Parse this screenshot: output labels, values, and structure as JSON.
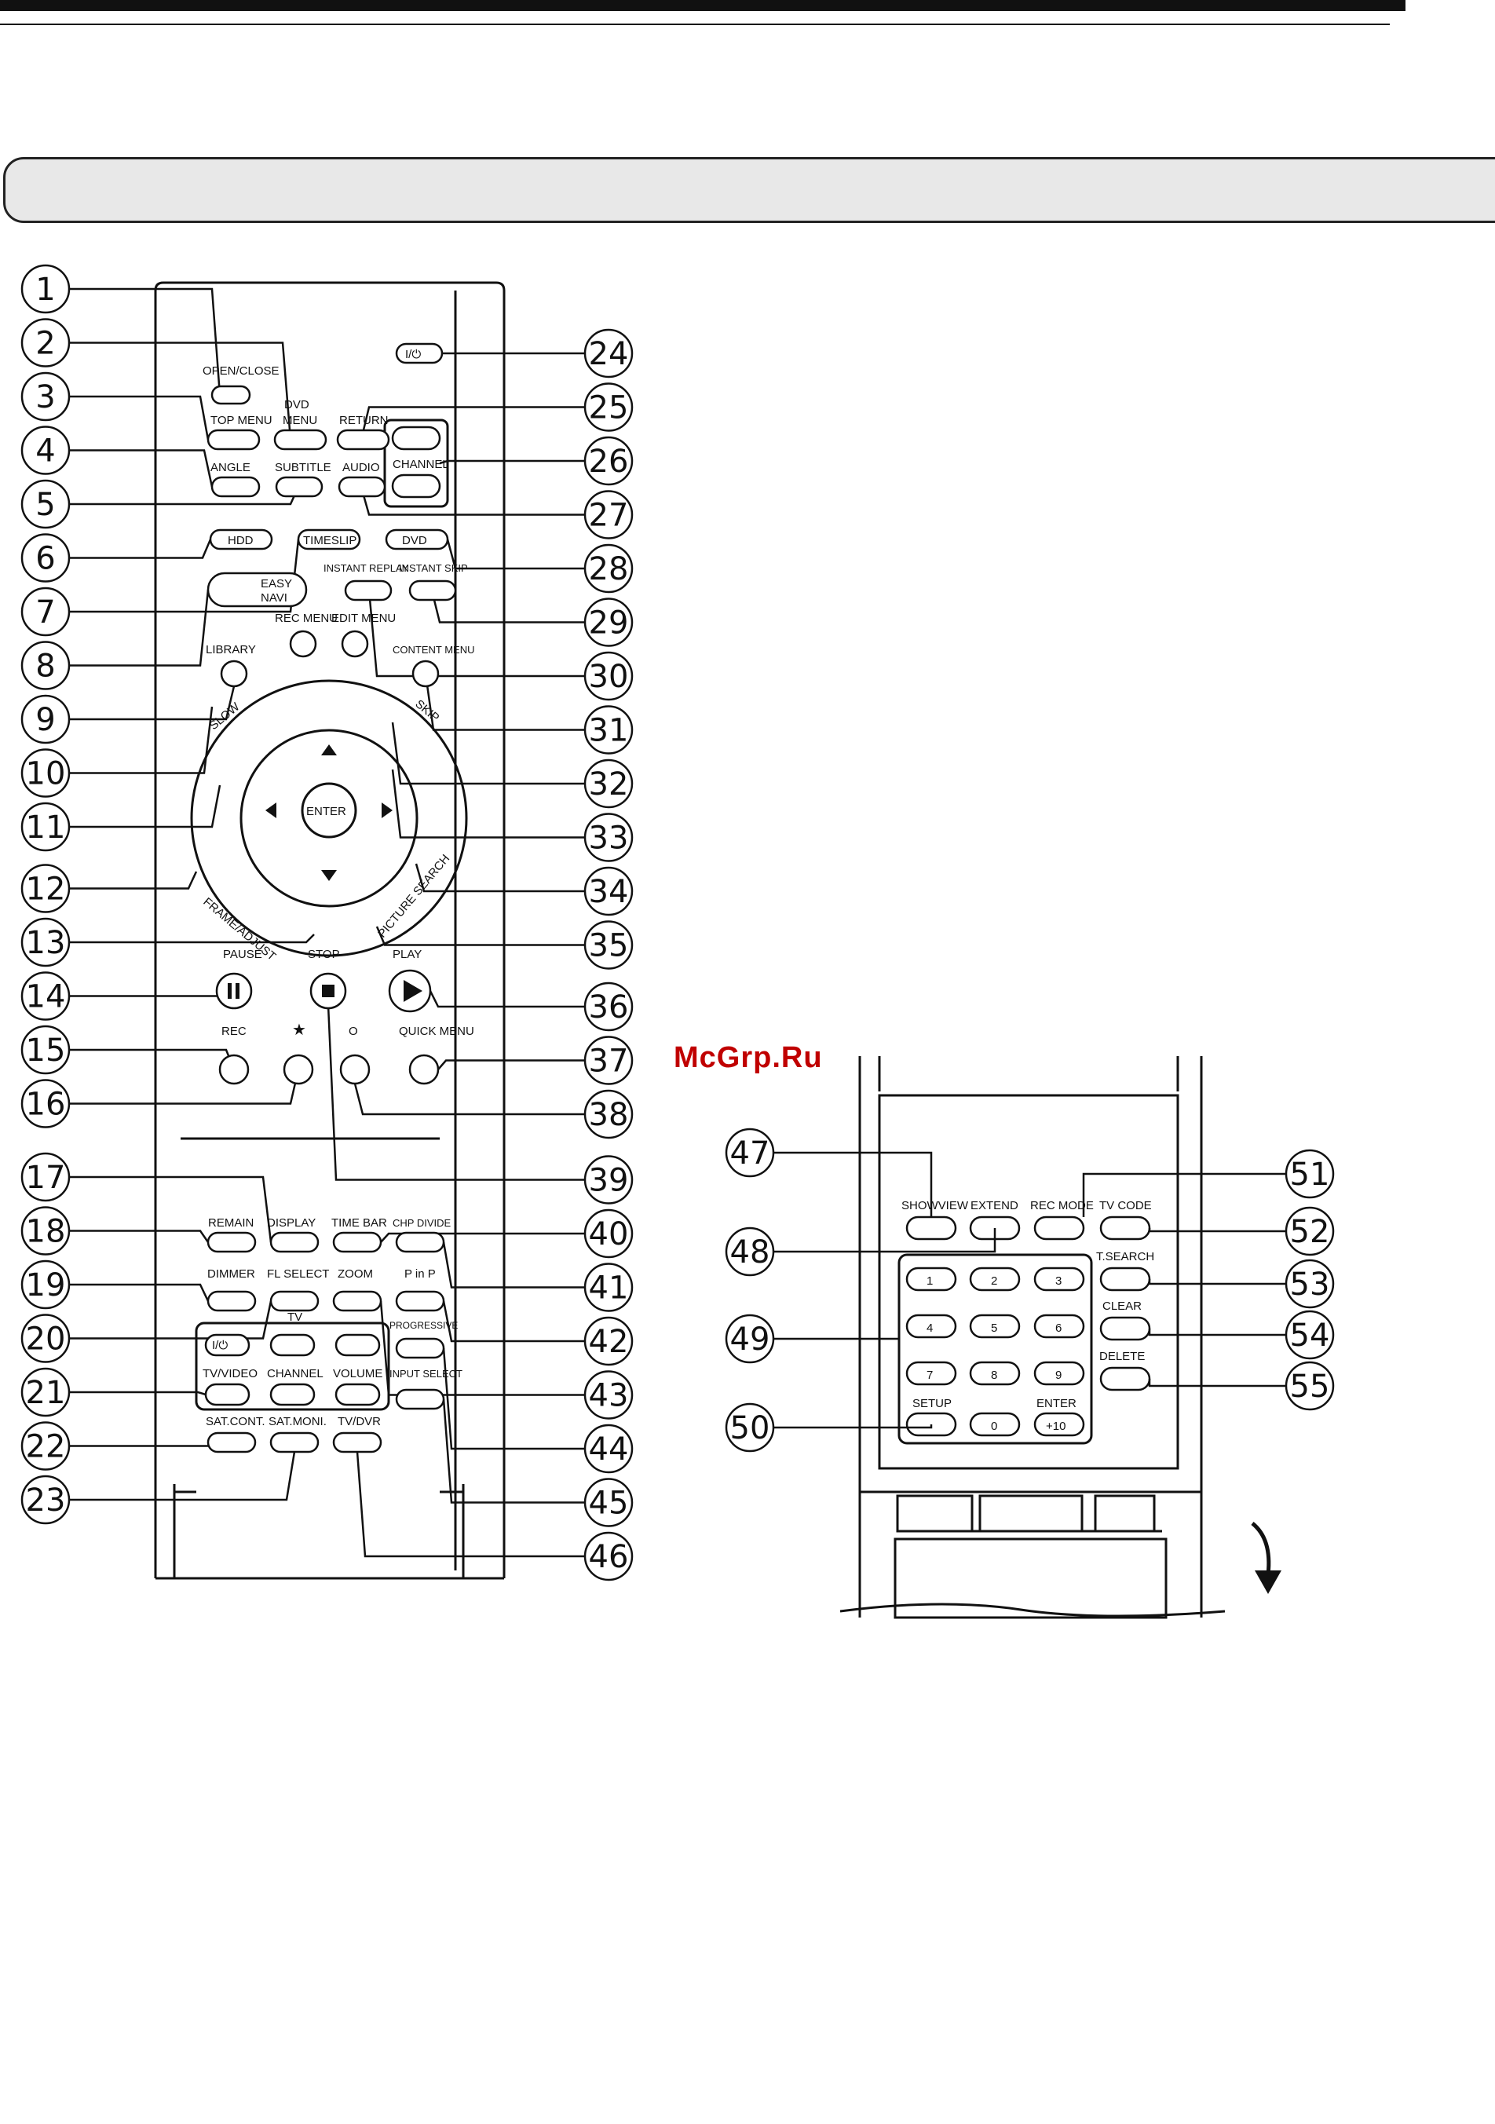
{
  "watermark": "McGrp.Ru",
  "remote": {
    "buttons": {
      "open_close": "OPEN/CLOSE",
      "dvd_group": "DVD",
      "top_menu": "TOP MENU",
      "menu": "MENU",
      "return": "RETURN",
      "angle": "ANGLE",
      "subtitle": "SUBTITLE",
      "audio": "AUDIO",
      "channel": "CHANNEL",
      "hdd": "HDD",
      "timeslip": "TIMESLIP",
      "dvd": "DVD",
      "easy_navi_1": "EASY",
      "easy_navi_2": "NAVI",
      "instant_replay": "INSTANT REPLAY",
      "instant_skip": "INSTANT SKIP",
      "library": "LIBRARY",
      "rec_menu": "REC MENU",
      "edit_menu": "EDIT MENU",
      "content_menu": "CONTENT MENU",
      "slow": "SLOW",
      "skip": "SKIP",
      "enter": "ENTER",
      "frame_adjust": "FRAME/ADJUST",
      "picture_search": "PICTURE SEARCH",
      "pause": "PAUSE",
      "stop": "STOP",
      "play": "PLAY",
      "rec": "REC",
      "star": "★",
      "circle": "O",
      "quick_menu": "QUICK MENU",
      "remain": "REMAIN",
      "display": "DISPLAY",
      "time_bar": "TIME BAR",
      "chp_divide": "CHP DIVIDE",
      "dimmer": "DIMMER",
      "fl_select": "FL SELECT",
      "zoom": "ZOOM",
      "p_in_p": "P in P",
      "tv_group": "TV",
      "progressive": "PROGRESSIVE",
      "power_tv": "I/⏻",
      "tv_video": "TV/VIDEO",
      "tv_channel": "CHANNEL",
      "volume": "VOLUME",
      "input_select": "INPUT SELECT",
      "sat_cont": "SAT.CONT.",
      "sat_moni": "SAT.MONI.",
      "tv_dvr": "TV/DVR",
      "power": "I/⏻"
    },
    "callouts_left": [
      "1",
      "2",
      "3",
      "4",
      "5",
      "6",
      "7",
      "8",
      "9",
      "10",
      "11",
      "12",
      "13",
      "14",
      "15",
      "16",
      "17",
      "18",
      "19",
      "20",
      "21",
      "22",
      "23"
    ],
    "callouts_right": [
      "24",
      "25",
      "26",
      "27",
      "28",
      "29",
      "30",
      "31",
      "32",
      "33",
      "34",
      "35",
      "36",
      "37",
      "38",
      "39",
      "40",
      "41",
      "42",
      "43",
      "44",
      "45",
      "46"
    ]
  },
  "inset": {
    "buttons": {
      "showview": "SHOWVIEW",
      "extend": "EXTEND",
      "rec_mode": "REC MODE",
      "tv_code": "TV CODE",
      "t_search": "T.SEARCH",
      "clear": "CLEAR",
      "delete": "DELETE",
      "setup": "SETUP",
      "enter": "ENTER",
      "plus10": "+10",
      "digits": [
        "1",
        "2",
        "3",
        "4",
        "5",
        "6",
        "7",
        "8",
        "9",
        "0"
      ]
    },
    "callouts": [
      "47",
      "48",
      "49",
      "50",
      "51",
      "52",
      "53",
      "54",
      "55"
    ]
  }
}
